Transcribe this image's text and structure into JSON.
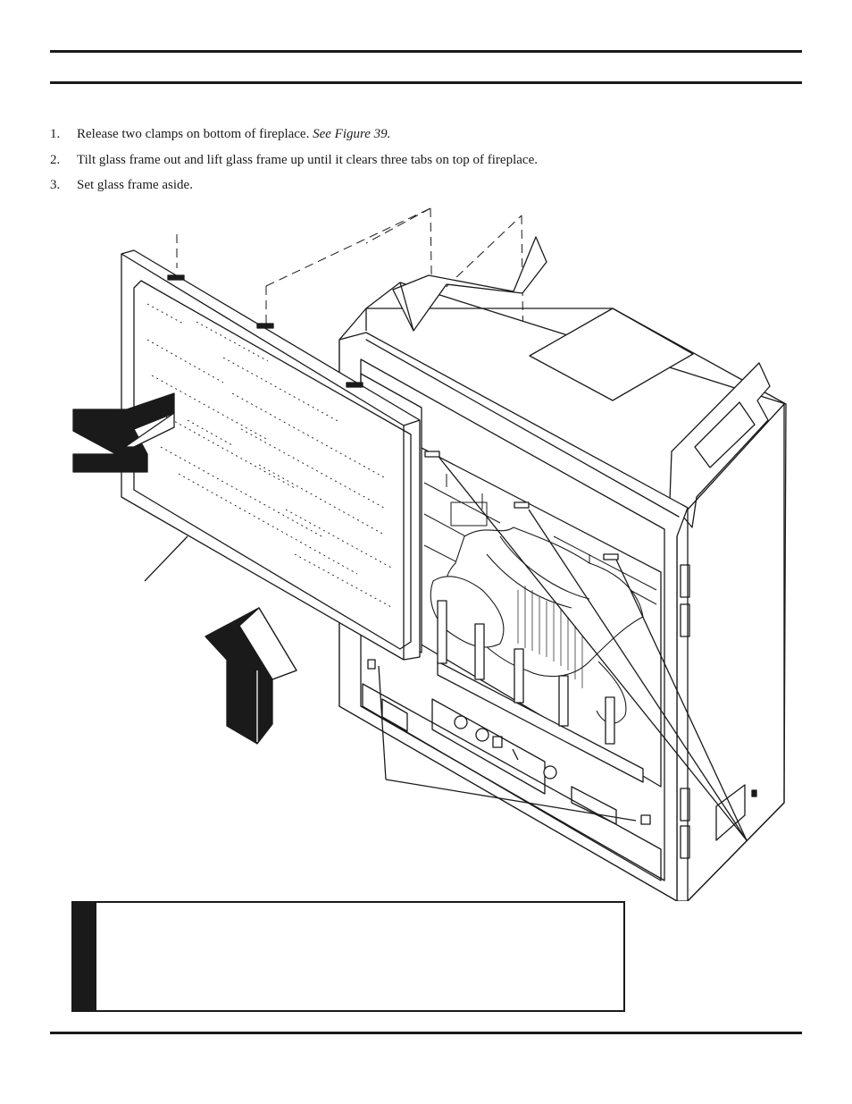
{
  "instructions": {
    "steps": [
      {
        "num": "1.",
        "text": "Release two clamps on bottom of fireplace. ",
        "ref": "See Figure 39."
      },
      {
        "num": "2.",
        "text": "Tilt glass frame out and lift glass frame up until it clears three tabs on top of fireplace."
      },
      {
        "num": "3.",
        "text": "Set glass frame aside."
      }
    ]
  },
  "figure": {
    "description_icons": [
      "arrow-out-icon",
      "arrow-up-icon"
    ]
  }
}
